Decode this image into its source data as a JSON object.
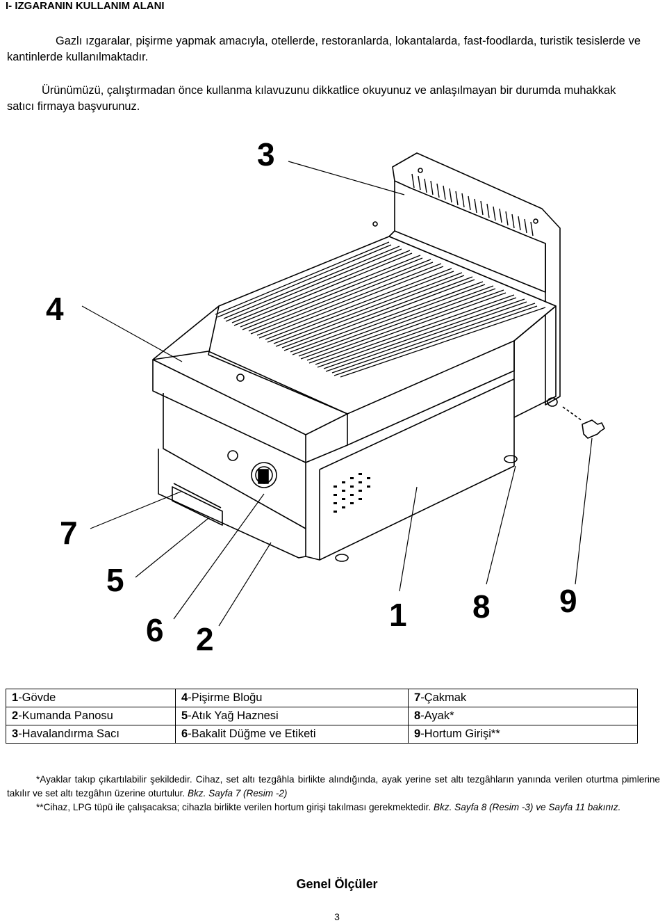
{
  "section_title": "I- IZGARANIN KULLANIM ALANI",
  "paragraph1": "Gazlı ızgaralar, pişirme yapmak amacıyla, otellerde, restoranlarda, lokantalarda, fast-foodlarda, turistik tesislerde ve kantinlerde kullanılmaktadır.",
  "paragraph2": "Ürünümüzü, çalıştırmadan önce kullanma kılavuzunu dikkatlice okuyunuz ve anlaşılmayan bir durumda muhakkak satıcı firmaya başvurunuz.",
  "callouts": [
    "1",
    "2",
    "3",
    "4",
    "5",
    "6",
    "7",
    "8",
    "9"
  ],
  "legend": [
    [
      {
        "num": "1",
        "label": "-Gövde"
      },
      {
        "num": "4",
        "label": "-Pişirme Bloğu"
      },
      {
        "num": "7",
        "label": "-Çakmak"
      }
    ],
    [
      {
        "num": "2",
        "label": "-Kumanda Panosu"
      },
      {
        "num": "5",
        "label": "-Atık Yağ Haznesi"
      },
      {
        "num": "8",
        "label": "-Ayak*"
      }
    ],
    [
      {
        "num": "3",
        "label": "-Havalandırma Sacı"
      },
      {
        "num": "6",
        "label": "-Bakalit Düğme ve Etiketi"
      },
      {
        "num": "9",
        "label": "-Hortum Girişi**"
      }
    ]
  ],
  "note1": {
    "text": "*Ayaklar takıp çıkartılabilir şekildedir. Cihaz, set altı tezgâhla birlikte alındığında, ayak yerine set altı tezgâhların yanında verilen oturtma pimlerine takılır ve set altı tezgâhın üzerine oturtulur.",
    "ref": "Bkz. Sayfa 7 (Resim -2)"
  },
  "note2": {
    "text": "**Cihaz, LPG tüpü ile çalışacaksa; cihazla birlikte verilen hortum girişi takılması gerekmektedir.",
    "ref": "Bkz. Sayfa 8 (Resim -3) ve Sayfa 11 bakınız."
  },
  "heading_dimensions": "Genel Ölçüler",
  "page_number": "3"
}
